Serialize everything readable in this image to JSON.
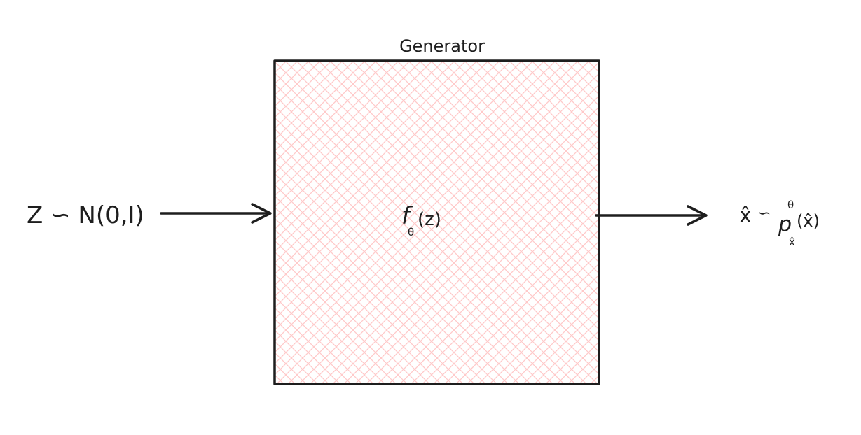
{
  "diagram": {
    "box_title": "Generator",
    "box_function": {
      "base": "f",
      "subscript": "θ",
      "argument": "(z)"
    },
    "input_label": {
      "text": "Z ∽ N(0,I)"
    },
    "output_label": {
      "variable": "x̂",
      "relation": "∽",
      "distribution": "p",
      "superscript": "θ",
      "subscript": "x̂",
      "argument": "(x̂)"
    },
    "colors": {
      "stroke": "#1e1e1e",
      "hatch": "#ffc9c9",
      "background": "#ffffff"
    }
  }
}
